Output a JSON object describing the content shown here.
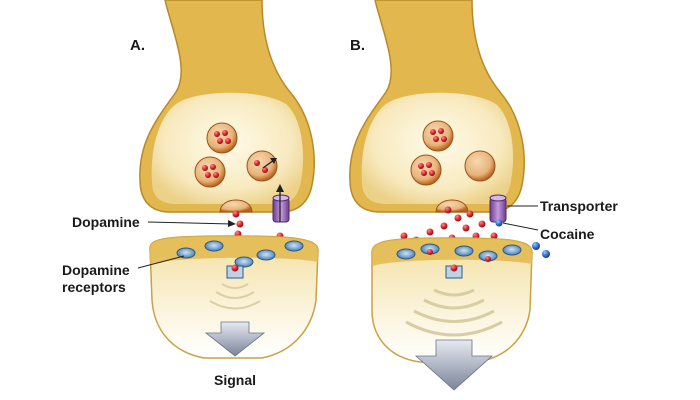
{
  "panels": [
    {
      "id": "A",
      "label": "A."
    },
    {
      "id": "B",
      "label": "B."
    }
  ],
  "labels": {
    "dopamine": "Dopamine",
    "receptors_line1": "Dopamine",
    "receptors_line2": "receptors",
    "signal": "Signal",
    "transporter": "Transporter",
    "cocaine": "Cocaine"
  },
  "colors": {
    "membrane": "#e2b84e",
    "cytoplasm": "#fbf3d6",
    "vesicle": "#c9782a",
    "dopamine": "#d8262e",
    "receptor": "#5d8fc0",
    "transporter": "#8a5aa8",
    "cocaine": "#2f6fc4",
    "arrow": "#8891a6"
  },
  "icons": {
    "dopamine": "red-sphere",
    "receptor": "blue-disc",
    "transporter": "purple-cylinder",
    "cocaine": "blue-sphere",
    "signal": "downward-arrow"
  }
}
